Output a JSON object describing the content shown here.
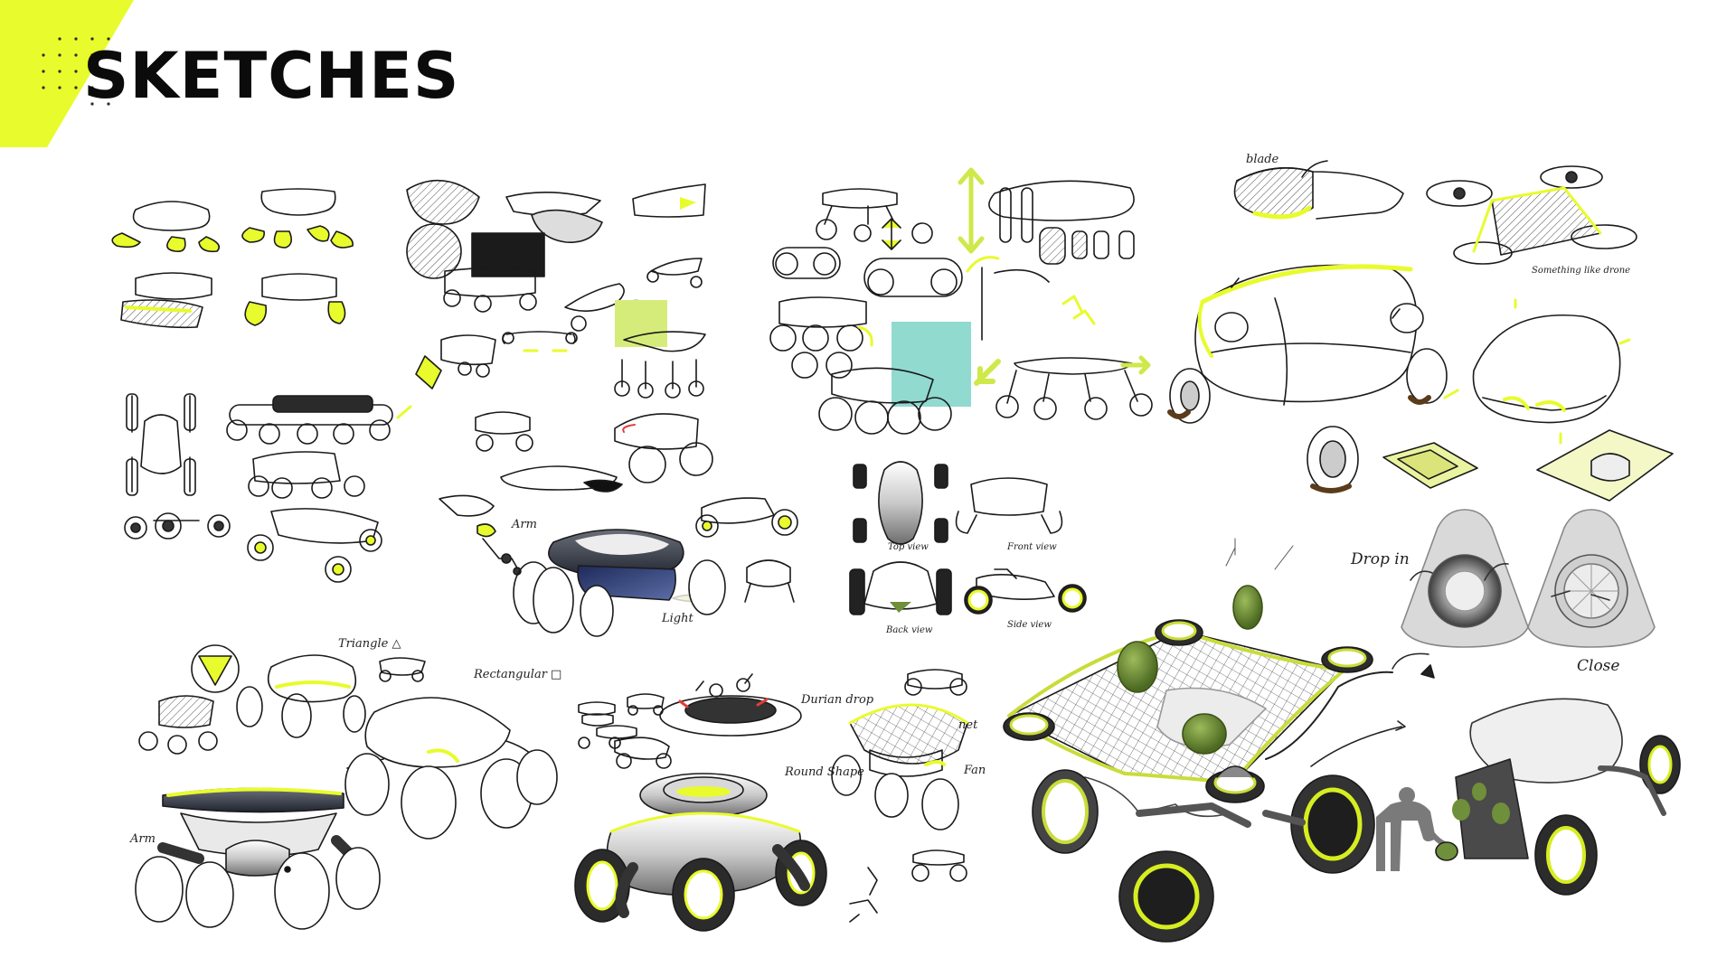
{
  "page": {
    "title": "SKETCHES"
  },
  "colors": {
    "accent": "#e8fb2c",
    "ink": "#1a1a1a",
    "tire": "#3a3a3a",
    "teal": "#7ed3c8",
    "durian": "#6f8f3a"
  },
  "annotations": {
    "arm_top": "Arm",
    "light": "Light",
    "top_view": "Top view",
    "front_view": "Front view",
    "back_view": "Back view",
    "side_view": "Side view",
    "blade": "blade",
    "drone_note": "Something like drone",
    "triangle": "Triangle △",
    "rectangular": "Rectangular □",
    "arm_bottom": "Arm",
    "durian_drop": "Durian drop",
    "round_shape": "Round Shape",
    "net": "net",
    "fan": "Fan",
    "drop_in": "Drop in",
    "close": "Close"
  }
}
